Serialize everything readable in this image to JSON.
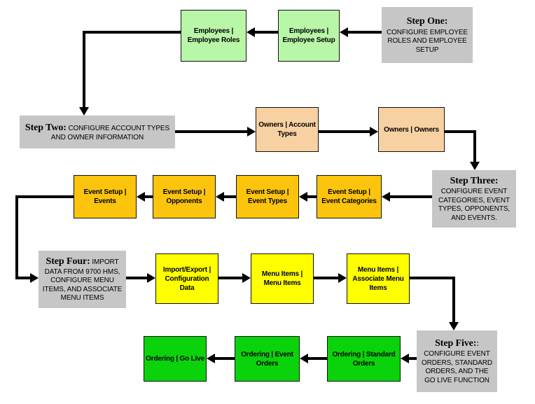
{
  "diagram": {
    "description_nodes": {
      "step_one": {
        "title": "Step One:",
        "body": "CONFIGURE EMPLOYEE ROLES AND EMPLOYEE SETUP"
      },
      "step_two": {
        "title": "Step Two:",
        "body": "CONFIGURE ACCOUNT TYPES AND OWNER INFORMATION"
      },
      "step_three": {
        "title": "Step Three:",
        "body": "CONFIGURE EVENT CATEGORIES, EVENT TYPES, OPPONENTS, AND EVENTS."
      },
      "step_four": {
        "title": "Step Four:",
        "body": "IMPORT DATA FROM 9700 HMS, CONFIGURE MENU ITEMS, AND ASSOCIATE MENU ITEMS"
      },
      "step_five": {
        "title": "Step Five:",
        "title_suffix": ":",
        "body": "CONFIGURE EVENT ORDERS, STANDARD ORDERS, AND THE GO LIVE FUNCTION"
      }
    },
    "task_nodes": {
      "employees_setup": {
        "label": "Employees | Employee Setup"
      },
      "employees_roles": {
        "label": "Employees | Employee Roles"
      },
      "owners_account_types": {
        "label": "Owners | Account Types"
      },
      "owners_owners": {
        "label": "Owners | Owners"
      },
      "event_setup_categories": {
        "label": "Event Setup | Event Categories"
      },
      "event_setup_types": {
        "label": "Event Setup | Event Types"
      },
      "event_setup_opponents": {
        "label": "Event Setup | Opponents"
      },
      "event_setup_events": {
        "label": "Event Setup | Events"
      },
      "import_export_config": {
        "label": "Import/Export | Configuration Data"
      },
      "menu_items_menu_items": {
        "label": "Menu Items | Menu Items"
      },
      "menu_items_associate": {
        "label": "Menu Items | Associate Menu Items"
      },
      "ordering_standard": {
        "label": "Ordering | Standard Orders"
      },
      "ordering_event": {
        "label": "Ordering | Event Orders"
      },
      "ordering_go_live": {
        "label": "Ordering | Go Live"
      }
    },
    "colors": {
      "step_gray": "#c6c6c6",
      "employees": "#b8f6a8",
      "owners": "#f8d1a2",
      "event_setup": "#fcc40d",
      "menu_items": "#ffff00",
      "ordering": "#0bd30b",
      "arrow": "#000000"
    },
    "flow_order": [
      "step_one",
      "employees_setup",
      "employees_roles",
      "step_two",
      "owners_account_types",
      "owners_owners",
      "step_three",
      "event_setup_categories",
      "event_setup_types",
      "event_setup_opponents",
      "event_setup_events",
      "step_four",
      "import_export_config",
      "menu_items_menu_items",
      "menu_items_associate",
      "step_five",
      "ordering_standard",
      "ordering_event",
      "ordering_go_live"
    ]
  }
}
